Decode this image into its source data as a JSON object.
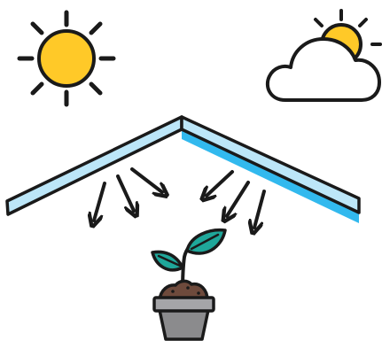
{
  "scene": {
    "elements": [
      {
        "name": "sun-icon",
        "kind": "sun"
      },
      {
        "name": "partly-cloudy-icon",
        "kind": "cloud-with-sun"
      },
      {
        "name": "greenhouse-roof",
        "kind": "translucent-roof"
      },
      {
        "name": "sunlight-arrows",
        "kind": "arrows",
        "count": 6
      },
      {
        "name": "potted-seedling",
        "kind": "plant-in-pot"
      }
    ]
  },
  "colors": {
    "outline": "#1a1a1a",
    "sun": "#FFC928",
    "cloud": "#ffffff",
    "roof_glass": "#BCE6F8",
    "roof_shade": "#32B9EE",
    "leaf": "#1FA79A",
    "soil": "#6E4A3C",
    "pot": "#8B8B8D",
    "pot_rim": "#A5A5A8"
  }
}
